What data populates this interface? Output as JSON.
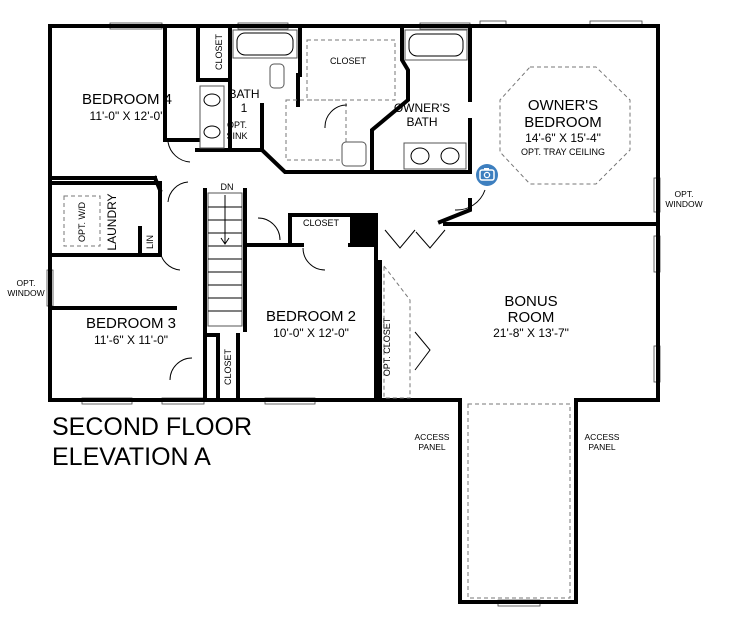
{
  "plan_title": {
    "line1": "SECOND FLOOR",
    "line2": "ELEVATION A"
  },
  "rooms": {
    "bedroom4": {
      "name": "BEDROOM 4",
      "dims": "11'-0\" X 12'-0\""
    },
    "bath1": {
      "line1": "BATH",
      "line2": "1"
    },
    "opt_sink": {
      "line1": "OPT.",
      "line2": "SINK"
    },
    "owners_bath": {
      "line1": "OWNER'S",
      "line2": "BATH"
    },
    "owners_bedroom": {
      "line1": "OWNER'S",
      "line2": "BEDROOM",
      "dims": "14'-6\" X 15'-4\"",
      "note": "OPT. TRAY CEILING"
    },
    "laundry": {
      "name": "LAUNDRY",
      "opt_wd": "OPT. W/D",
      "lin": "LIN"
    },
    "bedroom3": {
      "name": "BEDROOM 3",
      "dims": "11'-6\" X 11'-0\""
    },
    "bedroom2": {
      "name": "BEDROOM 2",
      "dims": "10'-0\" X 12'-0\""
    },
    "bonus_room": {
      "line1": "BONUS",
      "line2": "ROOM",
      "dims": "21'-8\" X 13'-7\""
    }
  },
  "closets": {
    "bedroom4": "CLOSET",
    "owners": "CLOSET",
    "bedroom2": "CLOSET",
    "bedroom3": "CLOSET",
    "bonus_opt": "OPT. CLOSET"
  },
  "stair_label": "DN",
  "windows": {
    "right": {
      "line1": "OPT.",
      "line2": "WINDOW"
    },
    "left": {
      "line1": "OPT.",
      "line2": "WINDOW"
    }
  },
  "access_panels": {
    "left": {
      "line1": "ACCESS",
      "line2": "PANEL"
    },
    "right": {
      "line1": "ACCESS",
      "line2": "PANEL"
    }
  },
  "icons": {
    "camera": "camera-icon"
  },
  "colors": {
    "camera_badge": "#3d7fbf"
  }
}
